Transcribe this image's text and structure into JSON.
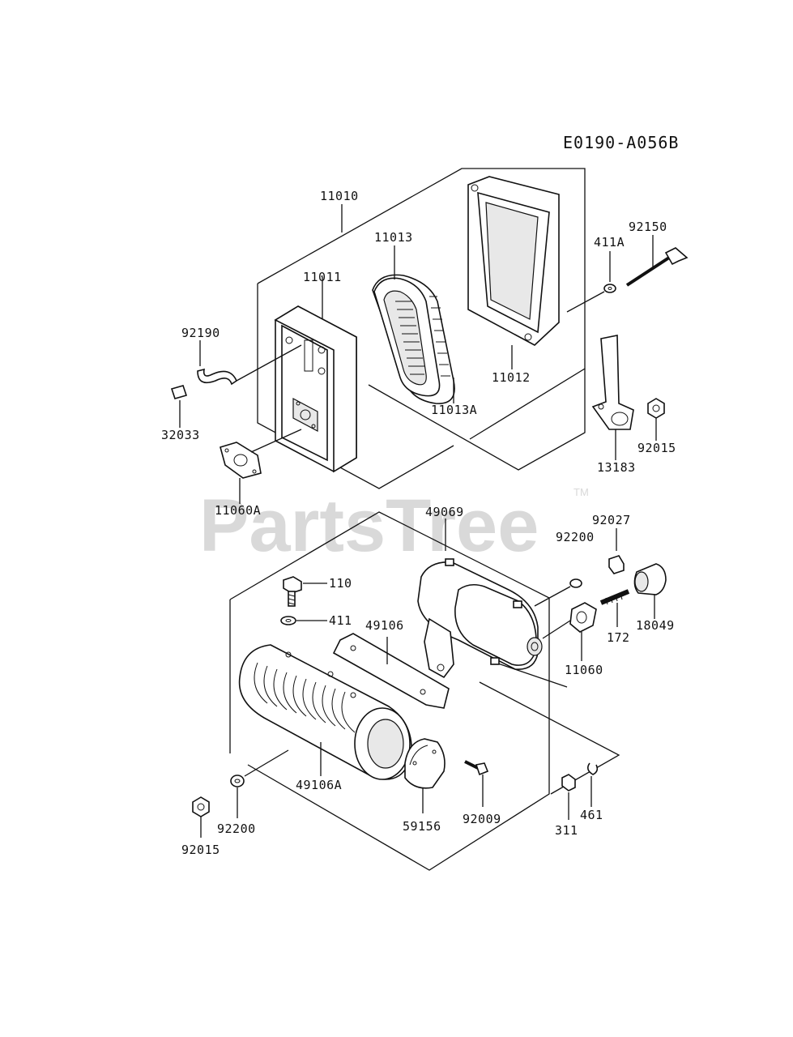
{
  "diagram_code": "E0190-A056B",
  "watermark": "PartsTree",
  "watermark_tm": "TM",
  "part_labels": {
    "p11010": "11010",
    "p11013": "11013",
    "p11011": "11011",
    "p92190": "92190",
    "p32033": "32033",
    "p11013A": "11013A",
    "p11012": "11012",
    "p411A": "411A",
    "p92150": "92150",
    "p13183": "13183",
    "p92015_top": "92015",
    "p11060A": "11060A",
    "p49069": "49069",
    "p92027": "92027",
    "p92200_top": "92200",
    "p110": "110",
    "p411": "411",
    "p49106": "49106",
    "p172": "172",
    "p18049": "18049",
    "p11060": "11060",
    "p49106A": "49106A",
    "p92200_bottom": "92200",
    "p92015_bottom": "92015",
    "p59156": "59156",
    "p92009": "92009",
    "p311": "311",
    "p461": "461"
  },
  "colors": {
    "line": "#111111",
    "watermark": "#d9d9d9",
    "background": "#ffffff"
  }
}
